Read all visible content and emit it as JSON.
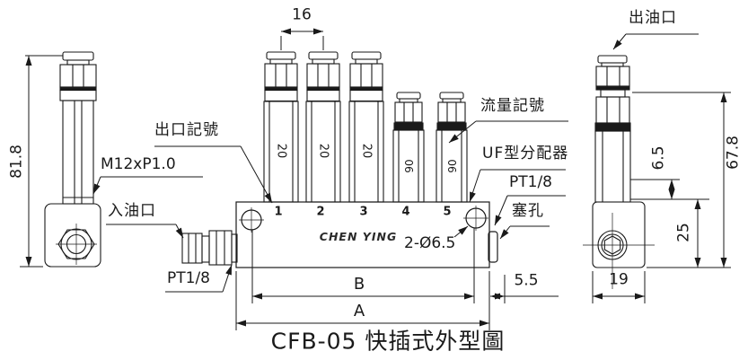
{
  "title": "CFB-05 快插式外型圖",
  "brand": "CHEN YING",
  "view_left": {
    "dim_height": "81.8",
    "label_thread": "M12xP1.0",
    "label_inlet": "入油口",
    "label_inlet_thread": "PT1/8"
  },
  "manifold": {
    "label_outlet_mark": "出口記號",
    "label_flow_mark": "流量記號",
    "label_distributor": "UF型分配器",
    "label_plug_thread": "PT1/8",
    "label_plug_hole": "塞孔",
    "label_mount_holes": "2-Ø6.5",
    "ports": [
      "1",
      "2",
      "3",
      "4",
      "5"
    ],
    "flow_marks": [
      "20",
      "20",
      "20",
      "06",
      "06"
    ],
    "dim_pitch": "16",
    "dim_b": "B",
    "dim_a": "A",
    "dim_plug": "5.5"
  },
  "view_right": {
    "label_outlet": "出油口",
    "dim_offset": "6.5",
    "dim_height": "67.8",
    "dim_block": "25",
    "dim_depth": "19"
  }
}
